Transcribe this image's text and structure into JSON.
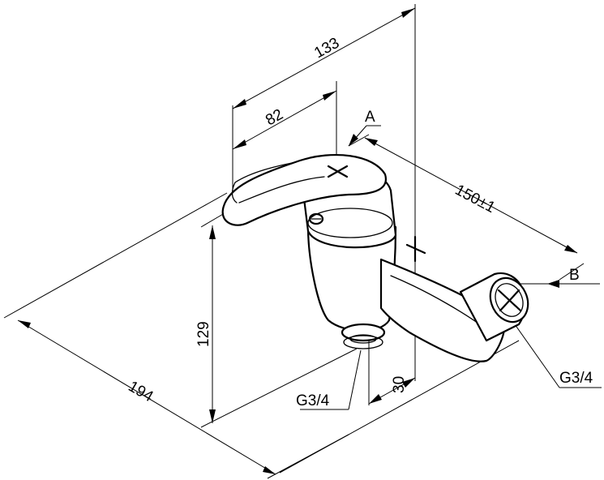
{
  "dimensions": {
    "d133": "133",
    "d82": "82",
    "d150": "150±1",
    "d129": "129",
    "d194": "194",
    "d30": "30"
  },
  "labels": {
    "a": "A",
    "b": "B",
    "g34_left": "G3/4",
    "g34_right": "G3/4"
  }
}
